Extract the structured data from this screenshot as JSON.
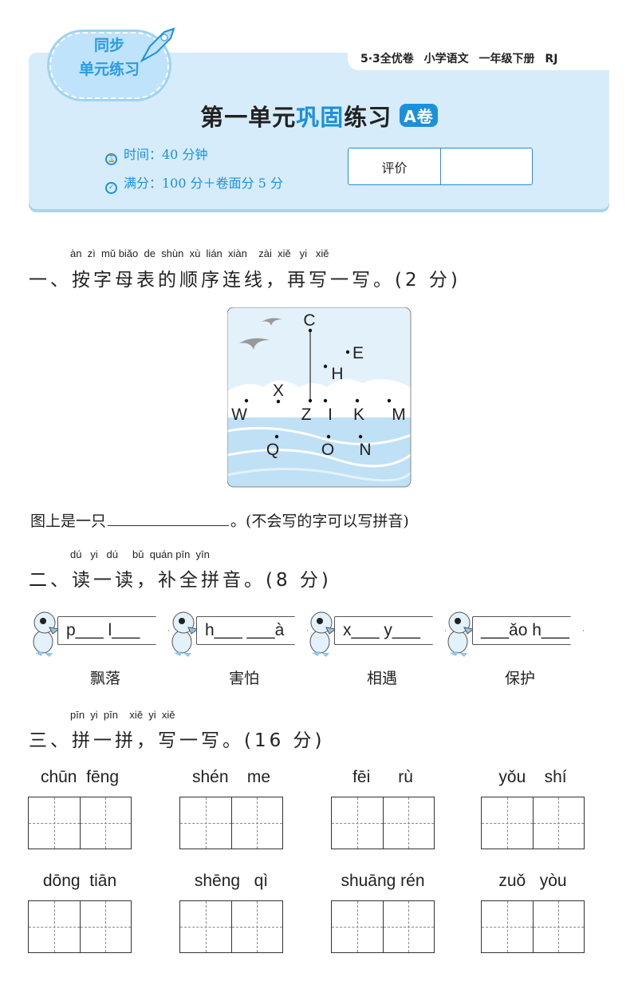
{
  "header": {
    "cloud_line1": "同步",
    "cloud_line2": "单元练习",
    "series": "5·3全优卷 小学语文 一年级下册 RJ",
    "title_a": "第一单元",
    "title_b": "巩固",
    "title_c": "练习",
    "badge": "A卷",
    "time": "时间：40 分钟",
    "score": "满分：100 分＋卷面分 5 分",
    "eval_label": "评价",
    "eval_value": ""
  },
  "section1": {
    "pinyin": "àn  zì  mǔ biǎo  de  shùn  xù  lián  xiàn    zài  xiě   yi   xiě",
    "heading": "一、按字母表的顺序连线，再写一写。(2 分)",
    "letters": [
      "C",
      "E",
      "H",
      "X",
      "W",
      "Z",
      "I",
      "K",
      "M",
      "Q",
      "O",
      "N"
    ],
    "sentence_before": "图上是一只",
    "sentence_after": "。(不会写的字可以写拼音)"
  },
  "section2": {
    "pinyin": "dú   yi   dú     bǔ  quán pīn  yīn",
    "heading": "二、读一读，补全拼音。(8 分)",
    "items": [
      {
        "sign": "p___ l___",
        "word": "飘落"
      },
      {
        "sign": "h___ ___à",
        "word": "害怕"
      },
      {
        "sign": "x___ y___",
        "word": "相遇"
      },
      {
        "sign": "___ǎo h___",
        "word": "保护"
      }
    ]
  },
  "section3": {
    "pinyin": "pīn  yi  pīn    xiě  yi  xiě",
    "heading": "三、拼一拼，写一写。(16 分)",
    "items": [
      "chūn  fēng",
      "shén    me",
      "fēi      rù",
      "yǒu    shí",
      "dōng  tiān",
      "shēng   qì",
      "shuāng rén",
      "zuǒ   yòu"
    ]
  }
}
